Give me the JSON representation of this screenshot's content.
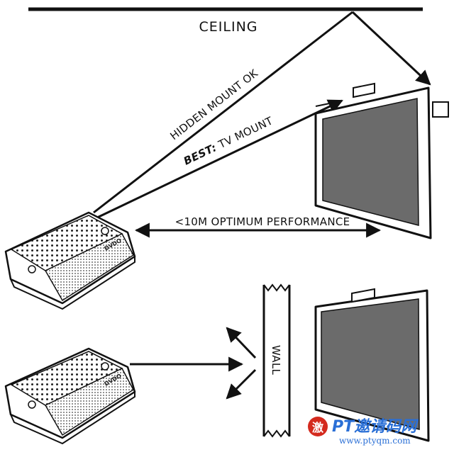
{
  "labels": {
    "ceiling": "CEILING",
    "hidden_mount": "HIDDEN MOUNT OK",
    "best_prefix": "BEST:",
    "best_rest": " TV MOUNT",
    "range": "<10M OPTIMUM PERFORMANCE",
    "wall": "WALL"
  },
  "devices": [
    {
      "brand": "DVDO"
    },
    {
      "brand": "DVDO"
    }
  ],
  "watermark": {
    "logo_char": "激",
    "text": "PT邀请码网",
    "url": "www.ptyqm.com"
  },
  "colors": {
    "line": "#111111",
    "screen": "#6b6b6b",
    "watermark_blue": "#2a6fd6",
    "watermark_red": "#d42a1e"
  }
}
